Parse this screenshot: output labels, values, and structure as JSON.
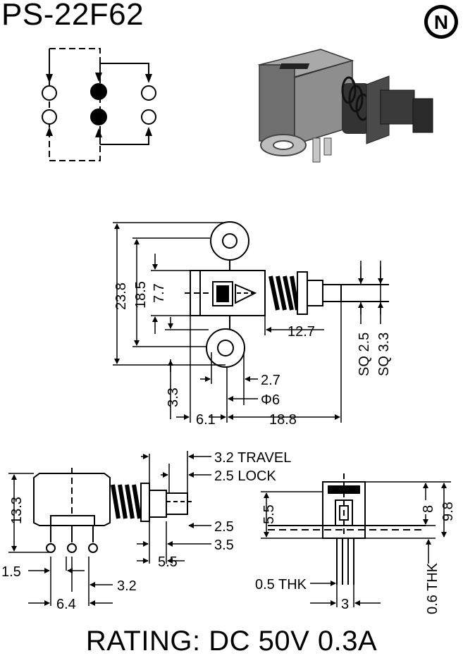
{
  "header": {
    "title": "PS-22F62",
    "logo_letter": "N"
  },
  "footer": {
    "rating": "RATING: DC 50V 0.3A"
  },
  "dimensions": {
    "side_view": {
      "overall_height": "23.8",
      "inner_height": "18.5",
      "center_height": "7.7",
      "body_depth": "12.7",
      "sq_small": "SQ 2.5",
      "sq_large": "SQ 3.3",
      "left_offset": "3.3",
      "hole_gap": "2.7",
      "hole_dia": "Φ6",
      "left_width": "6.1",
      "total_length": "18.8"
    },
    "front_view": {
      "travel": "3.2 TRAVEL",
      "lock": "2.5 LOCK",
      "height": "13.3",
      "dim_25": "2.5",
      "dim_35": "3.5",
      "dim_55": "5.5",
      "pin_15": "1.5",
      "pin_32": "3.2",
      "pin_64": "6.4"
    },
    "end_view": {
      "height_55": "5.5",
      "height_8": "8",
      "height_98": "9.8",
      "thk_05": "0.5 THK",
      "thk_06": "0.6 THK",
      "pin_3": "3"
    }
  }
}
